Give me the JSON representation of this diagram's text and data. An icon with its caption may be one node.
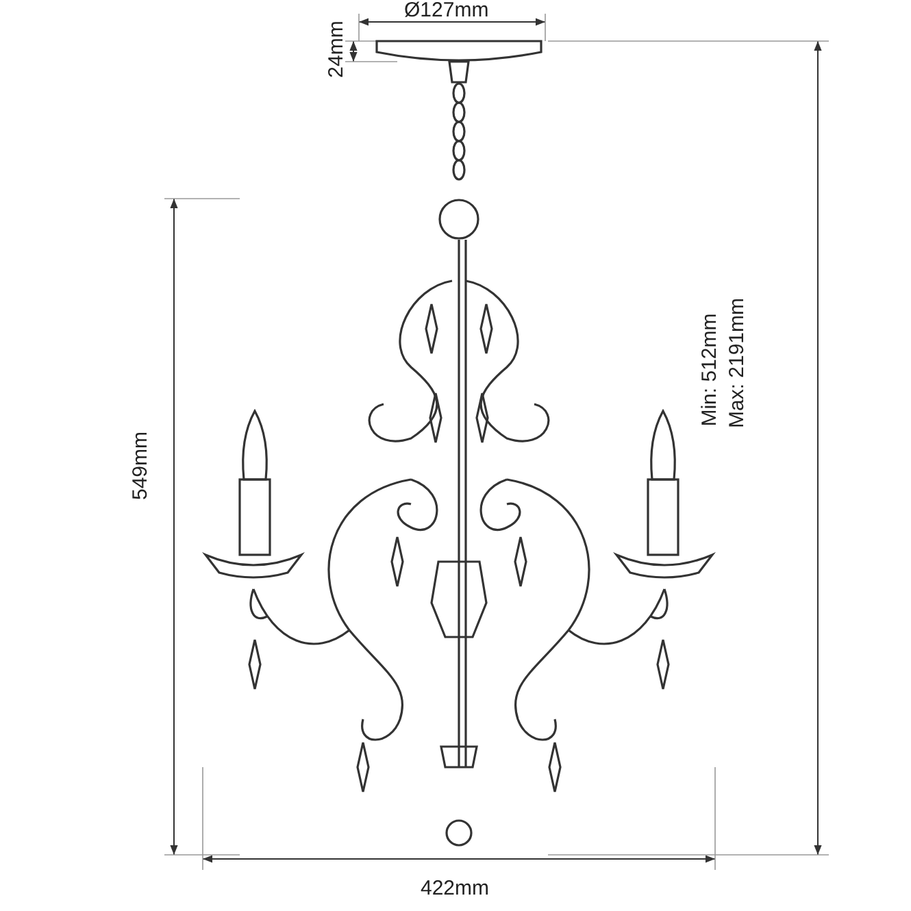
{
  "diagram": {
    "labels": [
      "Ø127mm",
      "24mm",
      "549mm",
      "Min: 512mm",
      "Max: 2191mm",
      "422mm"
    ]
  }
}
